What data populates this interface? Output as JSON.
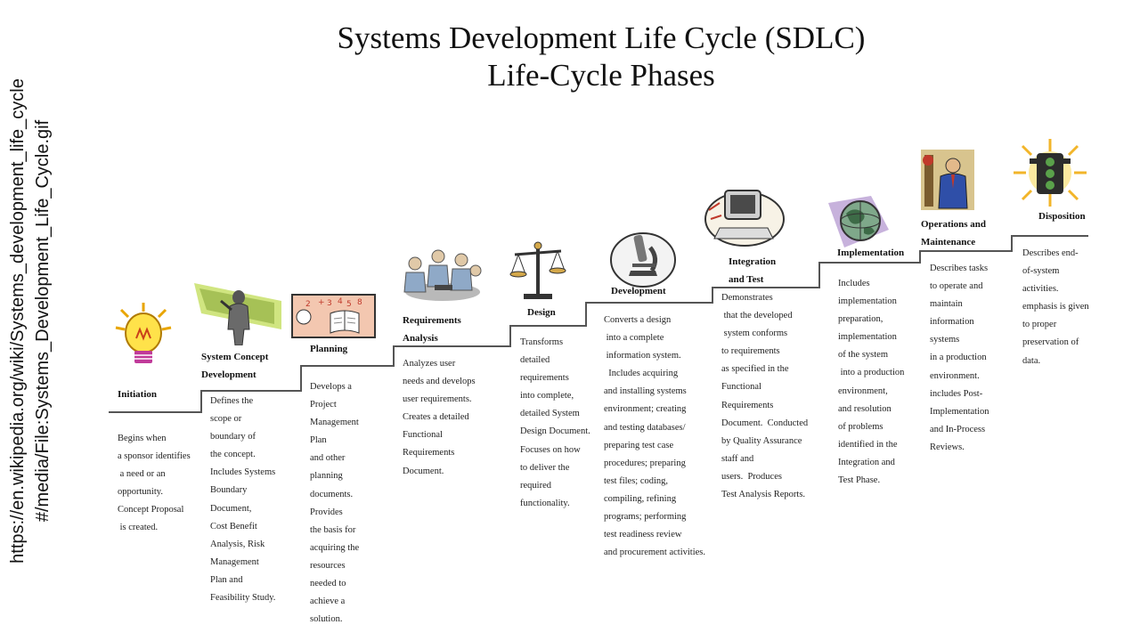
{
  "source_url": "https://en.wikipedia.org/wiki/Systems_development_life_cycle\n#/media/File:Systems_Development_Life_Cycle.gif",
  "title_line1": "Systems Development Life Cycle (SDLC)",
  "title_line2": "Life-Cycle Phases",
  "phases": [
    {
      "label": "Initiation",
      "description": "Begins when\na sponsor identifies\n a need or an\nopportunity.\nConcept Proposal\n is created.",
      "icon": "lightbulb-icon"
    },
    {
      "label": "System Concept\nDevelopment",
      "description": "Defines the\nscope or\nboundary of\nthe concept.\nIncludes Systems\nBoundary\nDocument,\nCost Benefit\nAnalysis, Risk\nManagement\nPlan and\nFeasibility Study.",
      "icon": "spotlight-person-icon"
    },
    {
      "label": "Planning",
      "description": "Develops a\nProject\nManagement\nPlan\nand other\nplanning\ndocuments.\nProvides\nthe basis for\nacquiring the\nresources\nneeded to\nachieve a\nsolution.",
      "icon": "book-icon"
    },
    {
      "label": "Requirements\nAnalysis",
      "description": "Analyzes user\nneeds and develops\nuser requirements.\nCreates a detailed\nFunctional\nRequirements\nDocument.",
      "icon": "team-meeting-icon"
    },
    {
      "label": "Design",
      "description": "Transforms\ndetailed\nrequirements\ninto complete,\ndetailed System\nDesign Document.\nFocuses on how\nto deliver the\nrequired\nfunctionality.",
      "icon": "scales-icon"
    },
    {
      "label": "Development",
      "description": "Converts a design\n into a complete\n information system.\n  Includes acquiring\nand installing systems\nenvironment; creating\nand testing databases/\npreparing test case\nprocedures; preparing\ntest files; coding,\ncompiling, refining\nprograms; performing\ntest readiness review\nand procurement activities.",
      "icon": "microscope-icon"
    },
    {
      "label": "Integration\nand Test",
      "description": "Demonstrates\n that the developed\n system conforms\nto requirements\nas specified in the\nFunctional\nRequirements\nDocument.  Conducted\nby Quality Assurance\nstaff and\nusers.  Produces\nTest Analysis Reports.",
      "icon": "computer-icon"
    },
    {
      "label": "Implementation",
      "description": "Includes\nimplementation\npreparation,\nimplementation\nof the system\n into a production\nenvironment,\nand resolution\nof problems\nidentified in the\nIntegration and\nTest Phase.",
      "icon": "globe-icon"
    },
    {
      "label": "Operations and\nMaintenance",
      "description": "Describes tasks\nto operate and\nmaintain\ninformation\nsystems\nin a production\nenvironment.\nincludes Post-\nImplementation\nand In-Process\nReviews.",
      "icon": "businessman-icon"
    },
    {
      "label": "Disposition",
      "description": "Describes end-\nof-system\nactivities.\nemphasis is given\nto proper\npreservation of\ndata.",
      "icon": "traffic-light-icon"
    }
  ]
}
